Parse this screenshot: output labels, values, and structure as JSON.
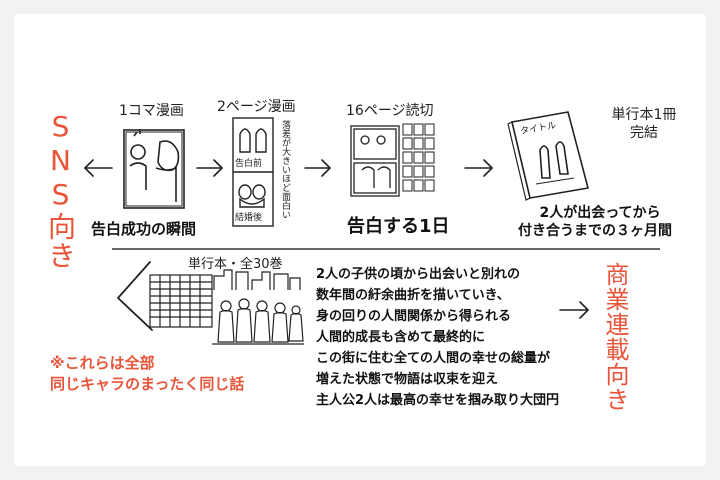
{
  "sns_label": "SNS向き",
  "commercial_label": "商業連載向き",
  "stages": [
    {
      "label": "1コマ漫画",
      "caption": "告白成功の瞬間"
    },
    {
      "label": "2ページ漫画",
      "note": "落差が大きいほど面白い",
      "panel_top": "告白前",
      "panel_bottom": "結婚後"
    },
    {
      "label": "16ページ読切",
      "caption": "告白する1日"
    },
    {
      "label_line1": "単行本1冊",
      "label_line2": "完結",
      "cover_title": "タイトル",
      "caption_line1": "2人が出会ってから",
      "caption_line2": "付き合うまでの３ヶ月間"
    }
  ],
  "series": {
    "label": "単行本・全30巻",
    "description": [
      "2人の子供の頃から出会いと別れの",
      "数年間の紆余曲折を描いていき、",
      "身の回りの人間関係から得られる",
      "人間的成長も含めて最終的に",
      "この街に住む全ての人間の幸せの総量が",
      "増えた状態で物語は収束を迎え",
      "主人公2人は最高の幸せを掴み取り大団円"
    ]
  },
  "note": {
    "line1": "※これらは全部",
    "line2": "同じキャラのまったく同じ話"
  },
  "colors": {
    "accent": "#e8553a",
    "ink": "#222222",
    "background": "#f2f2f2"
  }
}
